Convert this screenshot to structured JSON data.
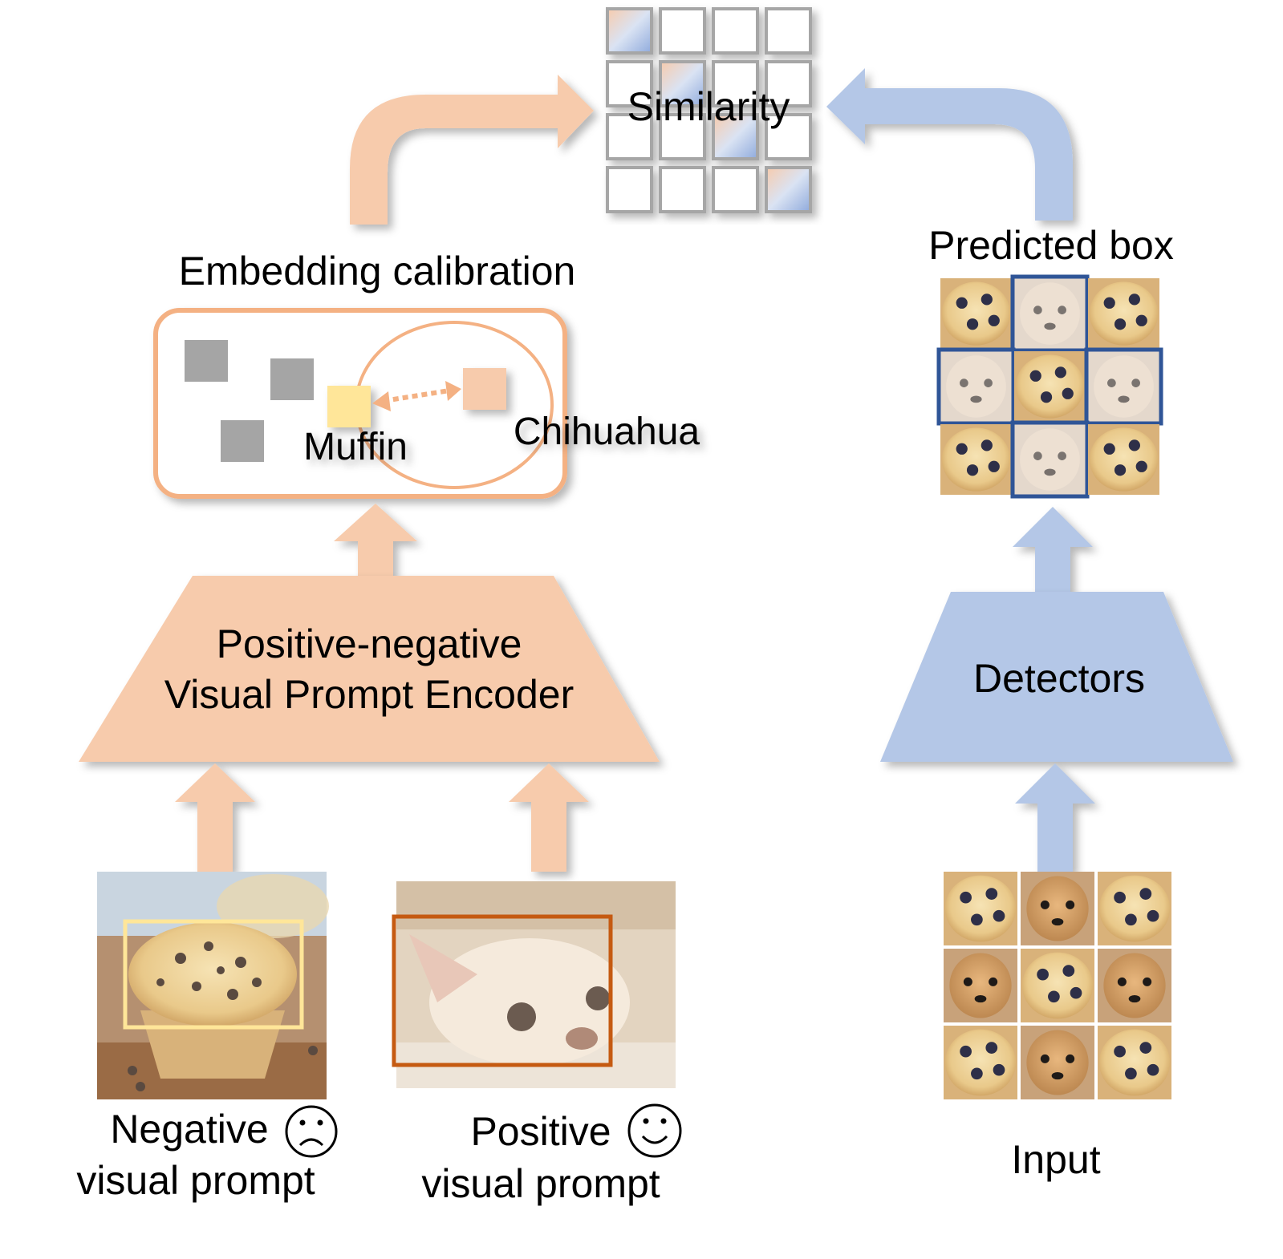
{
  "colors": {
    "orange": "#F7CBAC",
    "orange_stroke": "#F4B183",
    "orange_dark": "#C55A11",
    "blue": "#B4C7E7",
    "blue_box": "#2F5597",
    "gray": "#A5A5A5",
    "yellow": "#FFE699",
    "grid_stroke": "#A6A6A6"
  },
  "similarity": {
    "label": "Similarity",
    "matrix_size": 4,
    "highlighted_cells": [
      [
        0,
        0
      ],
      [
        1,
        1
      ],
      [
        2,
        2
      ],
      [
        3,
        3
      ]
    ]
  },
  "embedding": {
    "title": "Embedding calibration",
    "muffin_label": "Muffin",
    "chihuahua_label": "Chihuahua",
    "gray_points": 3
  },
  "encoder": {
    "line1": "Positive-negative",
    "line2": "Visual Prompt Encoder"
  },
  "detectors": {
    "label": "Detectors"
  },
  "predicted": {
    "title": "Predicted box",
    "grid": [
      [
        "muffin",
        "chihuahua",
        "muffin"
      ],
      [
        "chihuahua",
        "muffin",
        "chihuahua"
      ],
      [
        "muffin",
        "chihuahua",
        "muffin"
      ]
    ]
  },
  "input": {
    "label": "Input",
    "grid": [
      [
        "muffin",
        "chihuahua",
        "muffin"
      ],
      [
        "chihuahua",
        "muffin",
        "chihuahua"
      ],
      [
        "muffin",
        "chihuahua",
        "muffin"
      ]
    ]
  },
  "negative_prompt": {
    "line1": "Negative",
    "line2": "visual prompt",
    "emoji": "sad-face-icon",
    "image": "muffin-photo"
  },
  "positive_prompt": {
    "line1": "Positive",
    "line2": "visual prompt",
    "emoji": "smiley-face-icon",
    "image": "chihuahua-photo"
  }
}
